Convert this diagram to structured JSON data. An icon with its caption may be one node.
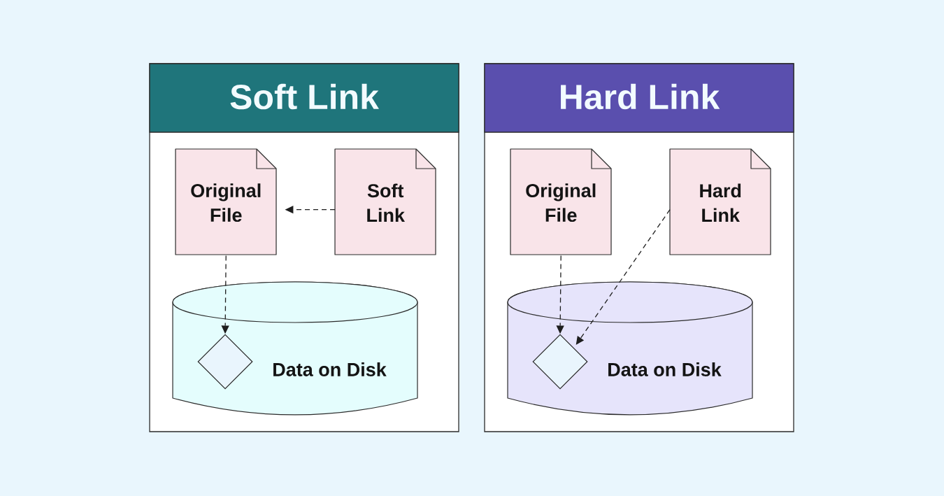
{
  "diagram": {
    "nodes": [
      {
        "text": [
          "Soft Link"
        ]
      },
      {
        "text": [
          "Original File"
        ],
        "in": 0
      },
      {
        "text": [
          "Soft Link"
        ],
        "in": 0
      },
      {
        "text": [
          "Data on Disk"
        ],
        "in": 0
      },
      {
        "text": [],
        "shape": "diamond",
        "in": 3
      },
      {
        "text": [
          "Hard Link"
        ]
      },
      {
        "text": [
          "Original File"
        ],
        "in": 5
      },
      {
        "text": [
          "Hard Link"
        ],
        "in": 5
      },
      {
        "text": [
          "Data on Disk"
        ],
        "in": 5
      },
      {
        "text": [],
        "shape": "diamond",
        "in": 8
      }
    ],
    "edges": [
      {
        "from": 2,
        "to": 1,
        "arrow": "to",
        "style": "dashed"
      },
      {
        "from": 1,
        "to": 4,
        "arrow": "to",
        "style": "dashed"
      },
      {
        "from": 6,
        "to": 9,
        "arrow": "to",
        "style": "dashed"
      },
      {
        "from": 7,
        "to": 9,
        "arrow": "to",
        "style": "dashed"
      }
    ]
  }
}
